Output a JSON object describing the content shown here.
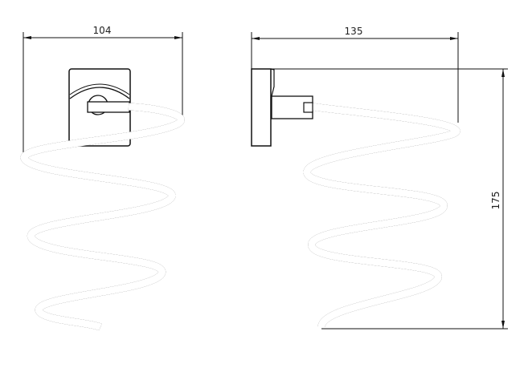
{
  "dimensions": {
    "front_width": "104",
    "side_depth": "135",
    "height": "175"
  },
  "colors": {
    "line": "#111111",
    "background": "#ffffff"
  }
}
